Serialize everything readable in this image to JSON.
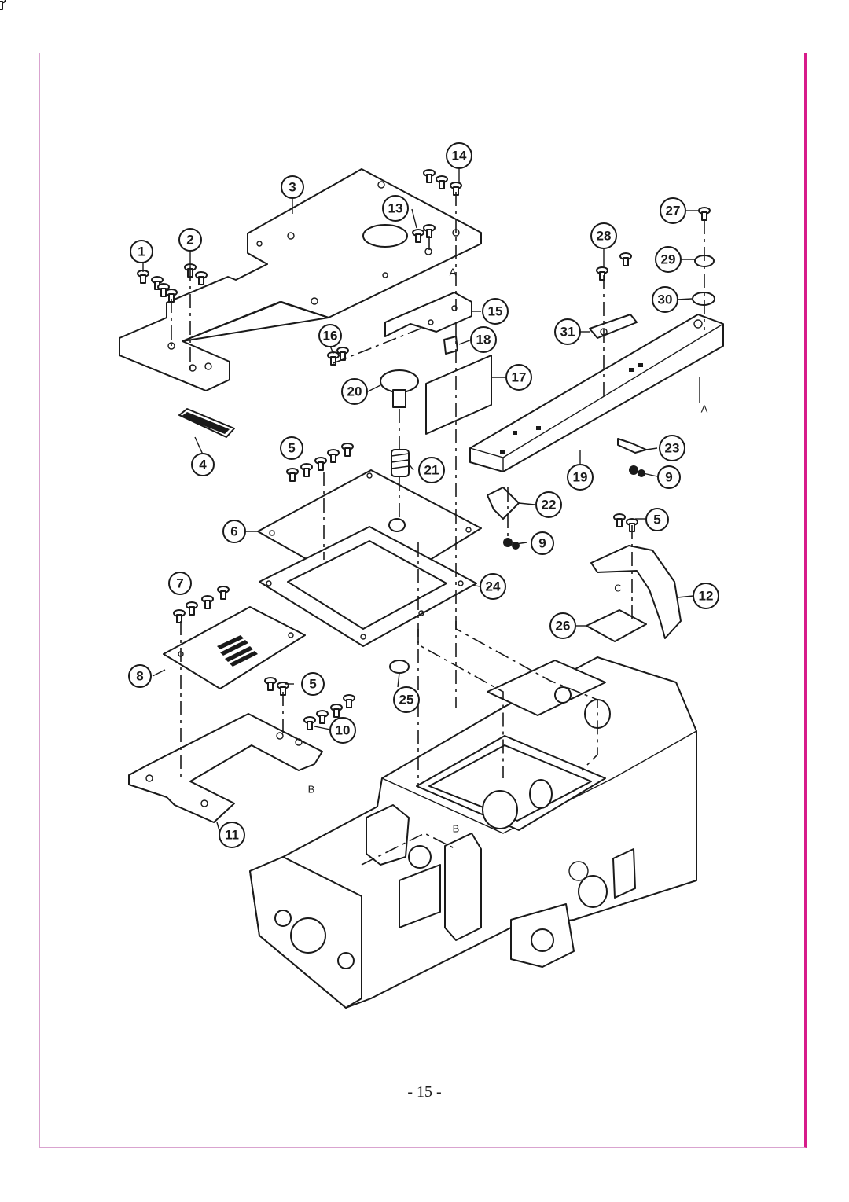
{
  "page": {
    "number": "- 15 -"
  },
  "callouts": [
    {
      "id": "c1",
      "label": "1"
    },
    {
      "id": "c2",
      "label": "2"
    },
    {
      "id": "c3",
      "label": "3"
    },
    {
      "id": "c4",
      "label": "4"
    },
    {
      "id": "c5a",
      "label": "5"
    },
    {
      "id": "c5b",
      "label": "5"
    },
    {
      "id": "c5c",
      "label": "5"
    },
    {
      "id": "c6",
      "label": "6"
    },
    {
      "id": "c7",
      "label": "7"
    },
    {
      "id": "c8",
      "label": "8"
    },
    {
      "id": "c9a",
      "label": "9"
    },
    {
      "id": "c9b",
      "label": "9"
    },
    {
      "id": "c10",
      "label": "10"
    },
    {
      "id": "c11",
      "label": "11"
    },
    {
      "id": "c12",
      "label": "12"
    },
    {
      "id": "c13",
      "label": "13"
    },
    {
      "id": "c14",
      "label": "14"
    },
    {
      "id": "c15",
      "label": "15"
    },
    {
      "id": "c16",
      "label": "16"
    },
    {
      "id": "c17",
      "label": "17"
    },
    {
      "id": "c18",
      "label": "18"
    },
    {
      "id": "c19",
      "label": "19"
    },
    {
      "id": "c20",
      "label": "20"
    },
    {
      "id": "c21",
      "label": "21"
    },
    {
      "id": "c22",
      "label": "22"
    },
    {
      "id": "c23",
      "label": "23"
    },
    {
      "id": "c24",
      "label": "24"
    },
    {
      "id": "c25",
      "label": "25"
    },
    {
      "id": "c26",
      "label": "26"
    },
    {
      "id": "c27",
      "label": "27"
    },
    {
      "id": "c28",
      "label": "28"
    },
    {
      "id": "c29",
      "label": "29"
    },
    {
      "id": "c30",
      "label": "30"
    },
    {
      "id": "c31",
      "label": "31"
    }
  ],
  "reference_letters": [
    {
      "id": "ra1",
      "label": "A"
    },
    {
      "id": "ra2",
      "label": "A"
    },
    {
      "id": "rb1",
      "label": "B"
    },
    {
      "id": "rb2",
      "label": "B"
    },
    {
      "id": "rc1",
      "label": "C"
    }
  ]
}
